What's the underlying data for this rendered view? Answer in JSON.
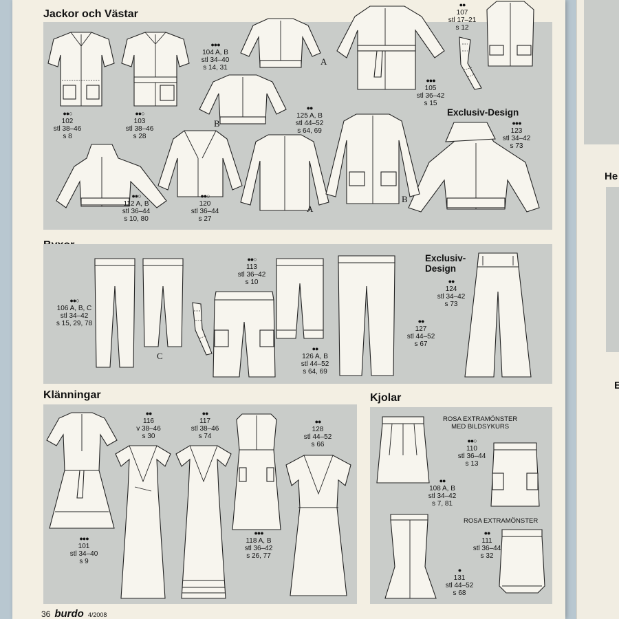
{
  "footer": {
    "page": "36",
    "brand": "burdo",
    "issue": "4/2008"
  },
  "sections": {
    "jackor": {
      "title": "Jackor och Västar",
      "exclusiv": "Exclusiv-Design"
    },
    "byxor": {
      "title": "Byxor",
      "exclusiv": "Exclusiv-\nDesign"
    },
    "klanningar": {
      "title": "Klänningar"
    },
    "kjolar": {
      "title": "Kjolar",
      "rosa1": "ROSA EXTRAMÖNSTER\nMED BILDSYKURS",
      "rosa2": "ROSA EXTRAMÖNSTER"
    }
  },
  "patterns": {
    "p102": {
      "dots": "●●○",
      "num": "102",
      "size": "stl 38–46",
      "page": "s 8"
    },
    "p103": {
      "dots": "●●○",
      "num": "103",
      "size": "stl 38–46",
      "page": "s 28"
    },
    "p104": {
      "dots": "●●●",
      "num": "104 A, B",
      "size": "stl 34–40",
      "page": "s 14, 31"
    },
    "p105": {
      "dots": "●●●",
      "num": "105",
      "size": "stl 36–42",
      "page": "s 15"
    },
    "p107": {
      "dots": "●●",
      "num": "107",
      "size": "stl 17–21",
      "page": "s 12"
    },
    "p125": {
      "dots": "●●",
      "num": "125 A, B",
      "size": "stl 44–52",
      "page": "s 64, 69"
    },
    "p123": {
      "dots": "●●●",
      "num": "123",
      "size": "stl 34–42",
      "page": "s 73"
    },
    "p112": {
      "dots": "●●○",
      "num": "112 A, B",
      "size": "stl 36–44",
      "page": "s 10, 80"
    },
    "p120": {
      "dots": "●●○",
      "num": "120",
      "size": "stl 36–44",
      "page": "s 27"
    },
    "p106": {
      "dots": "●●○",
      "num": "106 A, B, C",
      "size": "stl 34–42",
      "page": "s 15, 29, 78"
    },
    "p113": {
      "dots": "●●○",
      "num": "113",
      "size": "stl 36–42",
      "page": "s 10"
    },
    "p126": {
      "dots": "●●",
      "num": "126 A, B",
      "size": "stl 44–52",
      "page": "s 64, 69"
    },
    "p127": {
      "dots": "●●",
      "num": "127",
      "size": "stl 44–52",
      "page": "s 67"
    },
    "p124": {
      "dots": "●●",
      "num": "124",
      "size": "stl 34–42",
      "page": "s 73"
    },
    "p116": {
      "dots": "●●",
      "num": "116",
      "size": "v 38–46",
      "page": "s 30"
    },
    "p117": {
      "dots": "●●",
      "num": "117",
      "size": "stl 38–46",
      "page": "s 74"
    },
    "p128": {
      "dots": "●●",
      "num": "128",
      "size": "stl 44–52",
      "page": "s 66"
    },
    "p101": {
      "dots": "●●●",
      "num": "101",
      "size": "stl 34–40",
      "page": "s 9"
    },
    "p118": {
      "dots": "●●●",
      "num": "118 A, B",
      "size": "stl 36–42",
      "page": "s 26, 77"
    },
    "p110": {
      "dots": "●●○",
      "num": "110",
      "size": "stl 36–44",
      "page": "s 13"
    },
    "p108": {
      "dots": "●●",
      "num": "108 A, B",
      "size": "stl 34–42",
      "page": "s 7, 81"
    },
    "p111": {
      "dots": "●●",
      "num": "111",
      "size": "stl 36–44",
      "page": "s 32"
    },
    "p131": {
      "dots": "●",
      "num": "131",
      "size": "stl 44–52",
      "page": "s 68"
    }
  },
  "letters": {
    "a1": "A",
    "b1": "B",
    "a2": "A",
    "b2": "B",
    "c1": "C"
  },
  "right_page": {
    "heading1": "He",
    "heading2": "E"
  }
}
